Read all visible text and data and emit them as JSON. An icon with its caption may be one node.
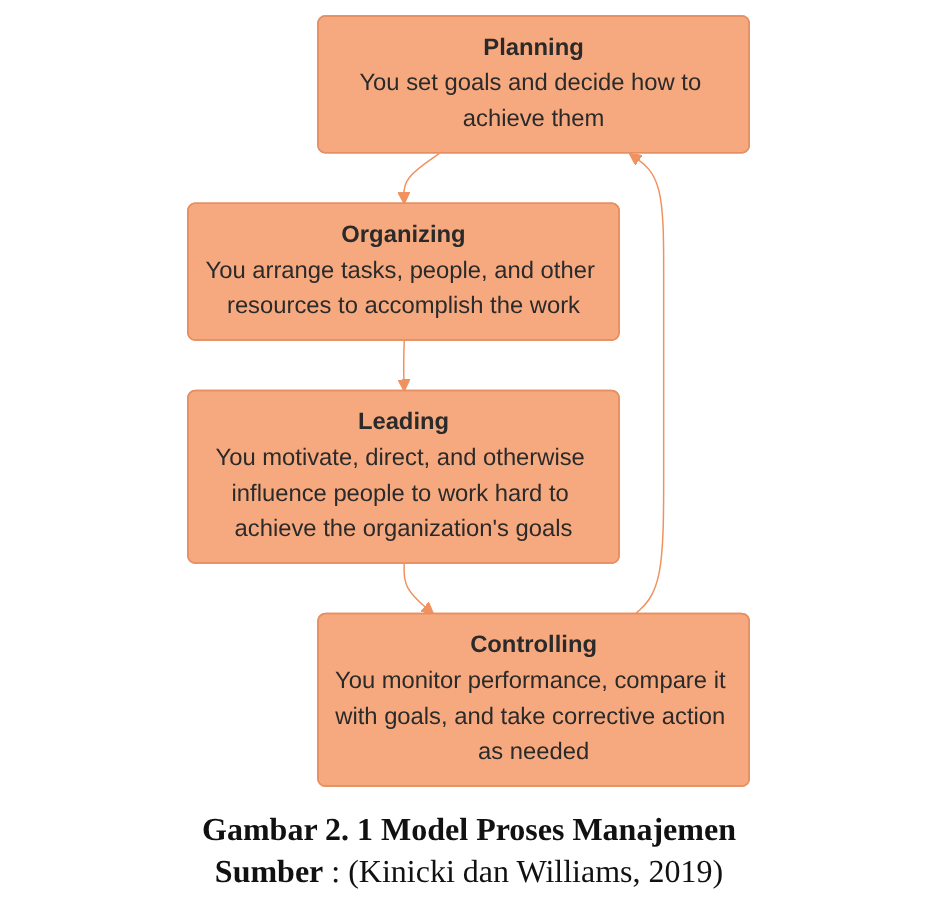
{
  "diagram": {
    "caption": "Gambar 2. 1 Model Proses Manajemen",
    "nodes": [
      {
        "text": [
          "Planning",
          "You set goals and decide how to achieve them"
        ]
      },
      {
        "text": [
          "Organizing",
          "You arrange tasks, people, and other resources to accomplish the work"
        ]
      },
      {
        "text": [
          "Leading",
          "You motivate, direct, and otherwise influence people to work hard to achieve the organization's goals"
        ]
      },
      {
        "text": [
          "Controlling",
          "You monitor performance, compare it with goals, and take corrective action as needed"
        ]
      }
    ],
    "edges": [
      {
        "from": 0,
        "to": 1,
        "arrow": "to"
      },
      {
        "from": 1,
        "to": 2,
        "arrow": "to"
      },
      {
        "from": 2,
        "to": 3,
        "arrow": "to"
      },
      {
        "from": 3,
        "to": 0,
        "arrow": "to"
      }
    ],
    "labels": [
      "**Sumber** : (Kinicki dan Williams, 2019)"
    ]
  }
}
